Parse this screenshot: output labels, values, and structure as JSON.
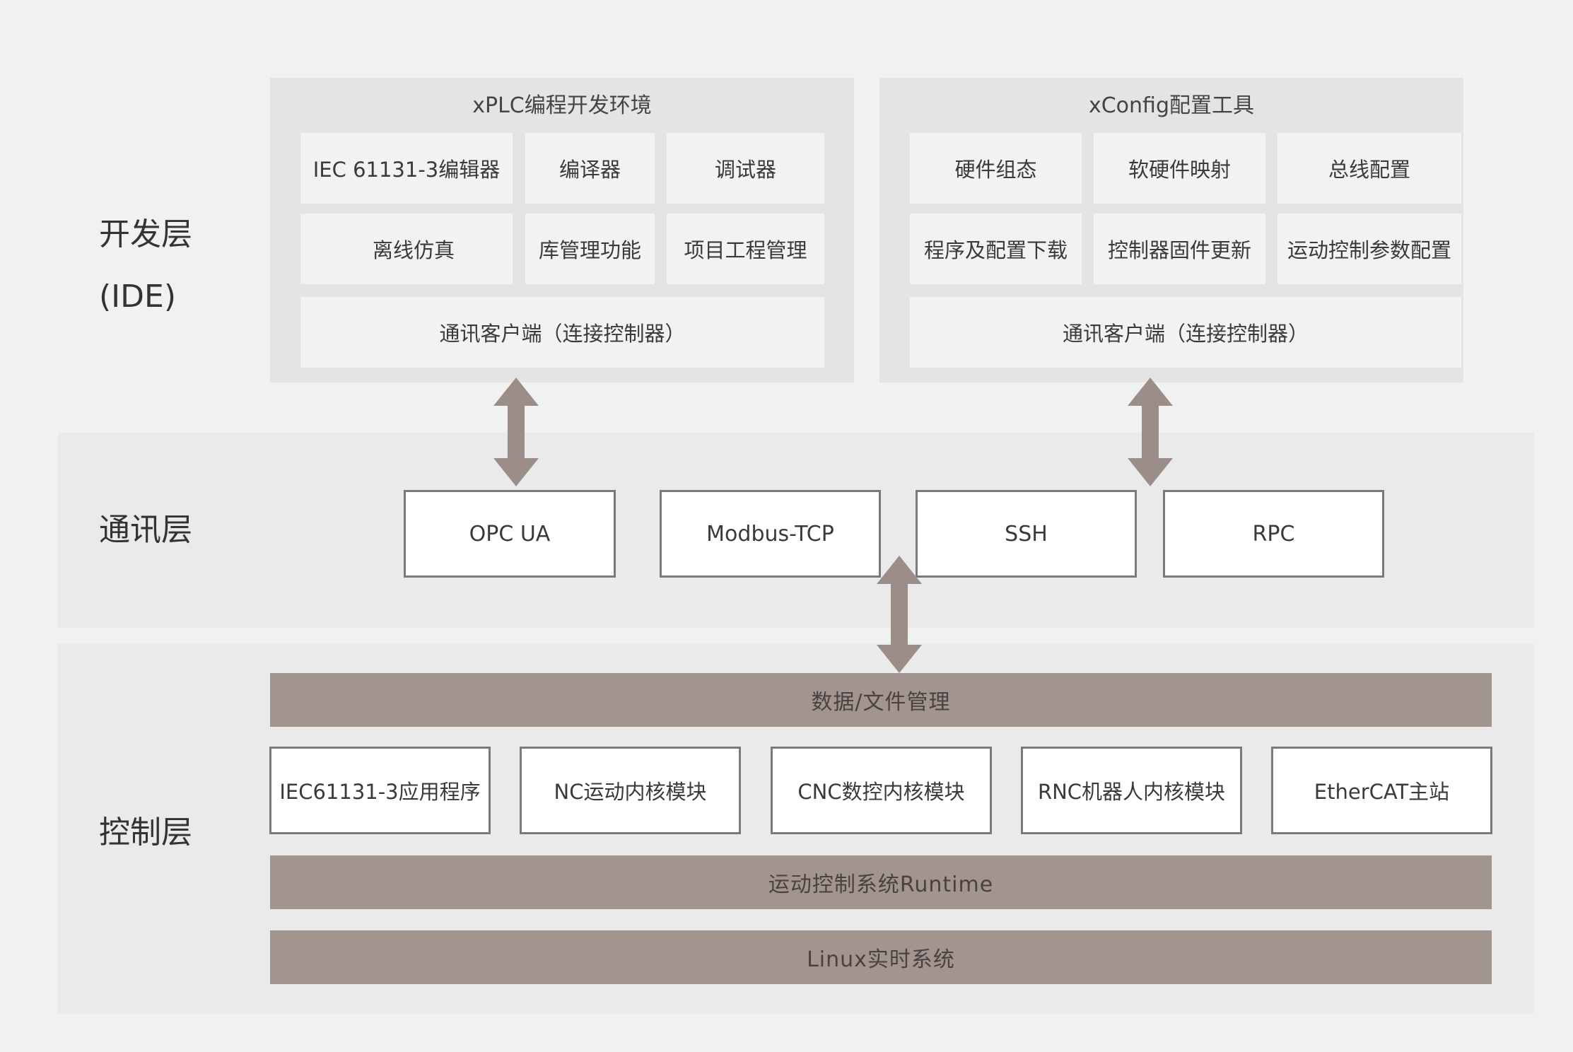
{
  "layers": {
    "dev": {
      "line1": "开发层",
      "line2": "(IDE)"
    },
    "comm": "通讯层",
    "ctrl": "控制层"
  },
  "xplc": {
    "title": "xPLC编程开发环境",
    "cells": [
      "IEC 61131-3编辑器",
      "编译器",
      "调试器",
      "离线仿真",
      "库管理功能",
      "项目工程管理"
    ],
    "client": "通讯客户端（连接控制器）"
  },
  "xconfig": {
    "title": "xConfig配置工具",
    "cells": [
      "硬件组态",
      "软硬件映射",
      "总线配置",
      "程序及配置下载",
      "控制器固件更新",
      "运动控制参数配置"
    ],
    "client": "通讯客户端（连接控制器）"
  },
  "protocols": [
    "OPC UA",
    "Modbus-TCP",
    "SSH",
    "RPC"
  ],
  "control": {
    "data_bar": "数据/文件管理",
    "modules": [
      "IEC61131-3应用程序",
      "NC运动内核模块",
      "CNC数控内核模块",
      "RNC机器人内核模块",
      "EtherCAT主站"
    ],
    "runtime_bar": "运动控制系统Runtime",
    "linux_bar": "Linux实时系统"
  },
  "colors": {
    "arrow": "#9b8e89",
    "bar": "#a2948f",
    "band": "#eaeaea",
    "panel": "#e4e4e4"
  }
}
